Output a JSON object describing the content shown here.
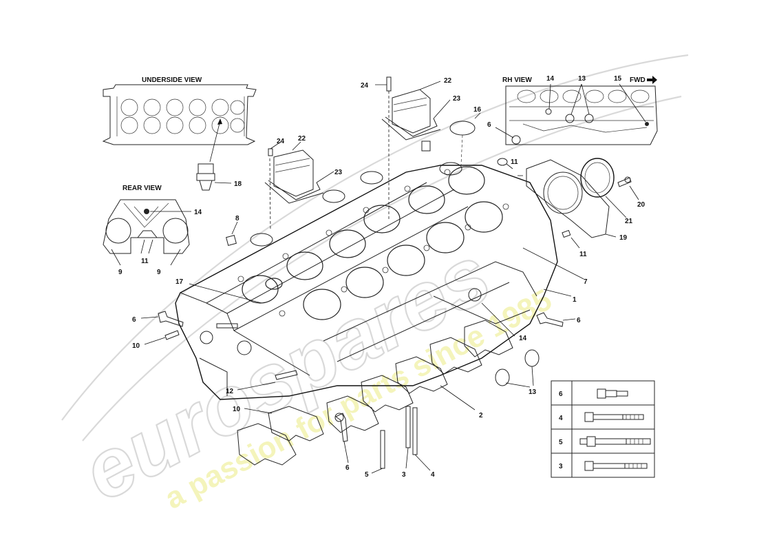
{
  "views": {
    "underside": "UNDERSIDE  VIEW",
    "rear": "REAR  VIEW",
    "rh": "RH  VIEW",
    "fwd": "FWD"
  },
  "callouts": [
    {
      "id": "c24a",
      "text": "24"
    },
    {
      "id": "c22a",
      "text": "22"
    },
    {
      "id": "c23a",
      "text": "23"
    },
    {
      "id": "c16",
      "text": "16"
    },
    {
      "id": "c14rh",
      "text": "14"
    },
    {
      "id": "c13rh",
      "text": "13"
    },
    {
      "id": "c15",
      "text": "15"
    },
    {
      "id": "c6rh",
      "text": "6"
    },
    {
      "id": "c24b",
      "text": "24"
    },
    {
      "id": "c22b",
      "text": "22"
    },
    {
      "id": "c23b",
      "text": "23"
    },
    {
      "id": "c18",
      "text": "18"
    },
    {
      "id": "c14rear",
      "text": "14"
    },
    {
      "id": "c11rear",
      "text": "11"
    },
    {
      "id": "c9l",
      "text": "9"
    },
    {
      "id": "c9r",
      "text": "9"
    },
    {
      "id": "c8",
      "text": "8"
    },
    {
      "id": "c11a",
      "text": "11"
    },
    {
      "id": "c20",
      "text": "20"
    },
    {
      "id": "c21",
      "text": "21"
    },
    {
      "id": "c19",
      "text": "19"
    },
    {
      "id": "c11b",
      "text": "11"
    },
    {
      "id": "c7",
      "text": "7"
    },
    {
      "id": "c1",
      "text": "1"
    },
    {
      "id": "c17",
      "text": "17"
    },
    {
      "id": "c6a",
      "text": "6"
    },
    {
      "id": "c10a",
      "text": "10"
    },
    {
      "id": "c6b",
      "text": "6"
    },
    {
      "id": "c14b",
      "text": "14"
    },
    {
      "id": "c12",
      "text": "12"
    },
    {
      "id": "c10b",
      "text": "10"
    },
    {
      "id": "c13b",
      "text": "13"
    },
    {
      "id": "c2",
      "text": "2"
    },
    {
      "id": "c6c",
      "text": "6"
    },
    {
      "id": "c5",
      "text": "5"
    },
    {
      "id": "c3",
      "text": "3"
    },
    {
      "id": "c4",
      "text": "4"
    }
  ],
  "legend": {
    "rows": [
      {
        "label": "6"
      },
      {
        "label": "4"
      },
      {
        "label": "5"
      },
      {
        "label": "3"
      }
    ]
  },
  "watermark": {
    "brand": "eurospares",
    "tagline": "a passion for parts since 1985"
  },
  "colors": {
    "line": "#222222",
    "watermark_outline": "#d9d9d9",
    "watermark_tagline": "#f3f3b0"
  }
}
